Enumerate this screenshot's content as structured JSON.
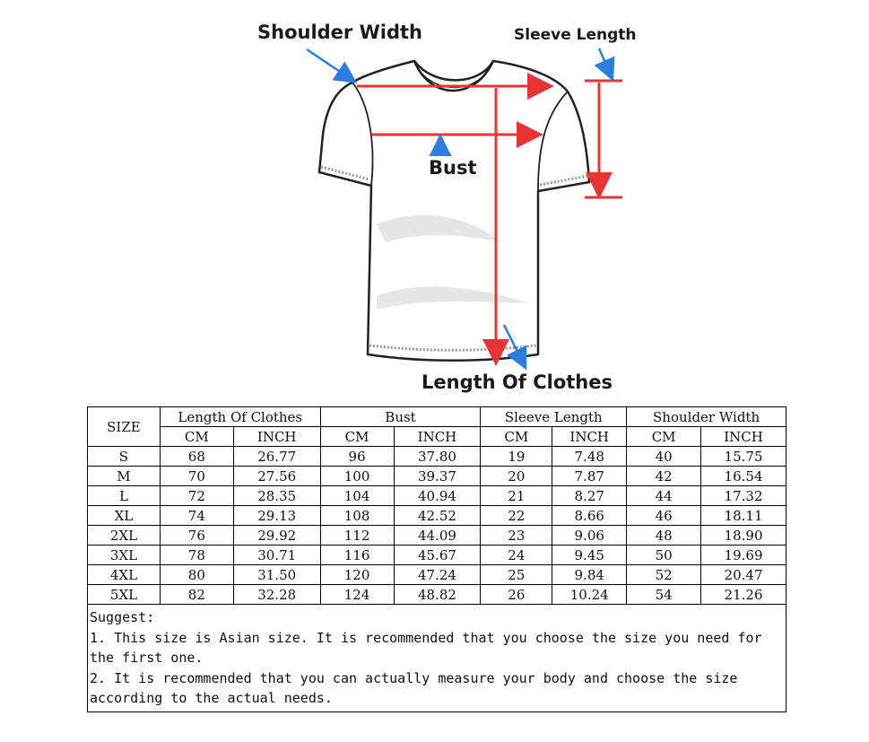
{
  "diagram": {
    "labels": {
      "shoulder_width": "Shoulder Width",
      "sleeve_length": "Sleeve Length",
      "bust": "Bust",
      "length_of_clothes": "Length Of Clothes"
    },
    "arrow_color": "#e53535",
    "pointer_color": "#2b7de0"
  },
  "table": {
    "size_header": "SIZE",
    "groups": [
      "Length Of Clothes",
      "Bust",
      "Sleeve Length",
      "Shoulder Width"
    ],
    "units": [
      "CM",
      "INCH",
      "CM",
      "INCH",
      "CM",
      "INCH",
      "CM",
      "INCH"
    ],
    "rows": [
      [
        "S",
        "68",
        "26.77",
        "96",
        "37.80",
        "19",
        "7.48",
        "40",
        "15.75"
      ],
      [
        "M",
        "70",
        "27.56",
        "100",
        "39.37",
        "20",
        "7.87",
        "42",
        "16.54"
      ],
      [
        "L",
        "72",
        "28.35",
        "104",
        "40.94",
        "21",
        "8.27",
        "44",
        "17.32"
      ],
      [
        "XL",
        "74",
        "29.13",
        "108",
        "42.52",
        "22",
        "8.66",
        "46",
        "18.11"
      ],
      [
        "2XL",
        "76",
        "29.92",
        "112",
        "44.09",
        "23",
        "9.06",
        "48",
        "18.90"
      ],
      [
        "3XL",
        "78",
        "30.71",
        "116",
        "45.67",
        "24",
        "9.45",
        "50",
        "19.69"
      ],
      [
        "4XL",
        "80",
        "31.50",
        "120",
        "47.24",
        "25",
        "9.84",
        "52",
        "20.47"
      ],
      [
        "5XL",
        "82",
        "32.28",
        "124",
        "48.82",
        "26",
        "10.24",
        "54",
        "21.26"
      ]
    ],
    "suggest": {
      "title": "Suggest:",
      "line1": "1. This size is Asian size. It is recommended that you choose the size you need for the first one.",
      "line2": "2. It is recommended that you can actually measure your body and choose the size according to the actual needs."
    }
  }
}
